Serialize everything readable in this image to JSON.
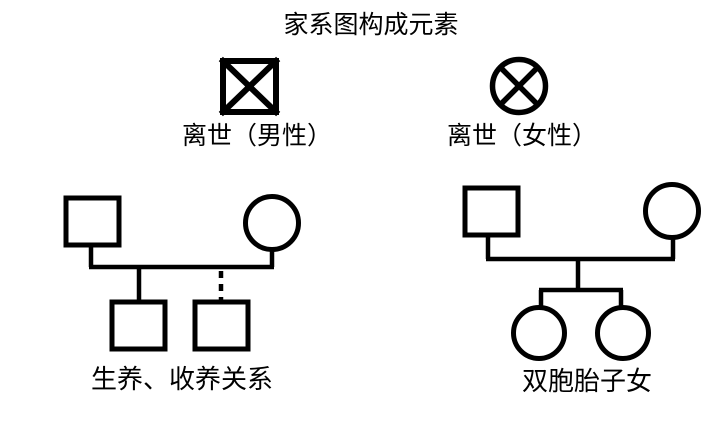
{
  "title": "家系图构成元素",
  "colors": {
    "background": "#ffffff",
    "line": "#000000",
    "text": "#000000"
  },
  "legend_symbols": [
    {
      "id": "deceased-male",
      "symbol": "square-with-diagonal-cross",
      "label": "离世（男性）"
    },
    {
      "id": "deceased-female",
      "symbol": "circle-with-diagonal-cross",
      "label": "离世（女性）"
    }
  ],
  "family_examples": [
    {
      "id": "biological-adoptive-relationship",
      "label": "生养、收养关系",
      "elements": [
        "father-square",
        "mother-circle",
        "marriage-line",
        "biological-son-square-solid-line",
        "adopted-son-square-dashed-line"
      ]
    },
    {
      "id": "twin-children",
      "label": "双胞胎子女",
      "elements": [
        "father-square",
        "mother-circle",
        "marriage-line",
        "twin-bar",
        "twin-daughter-circle-left",
        "twin-daughter-circle-right"
      ]
    }
  ]
}
